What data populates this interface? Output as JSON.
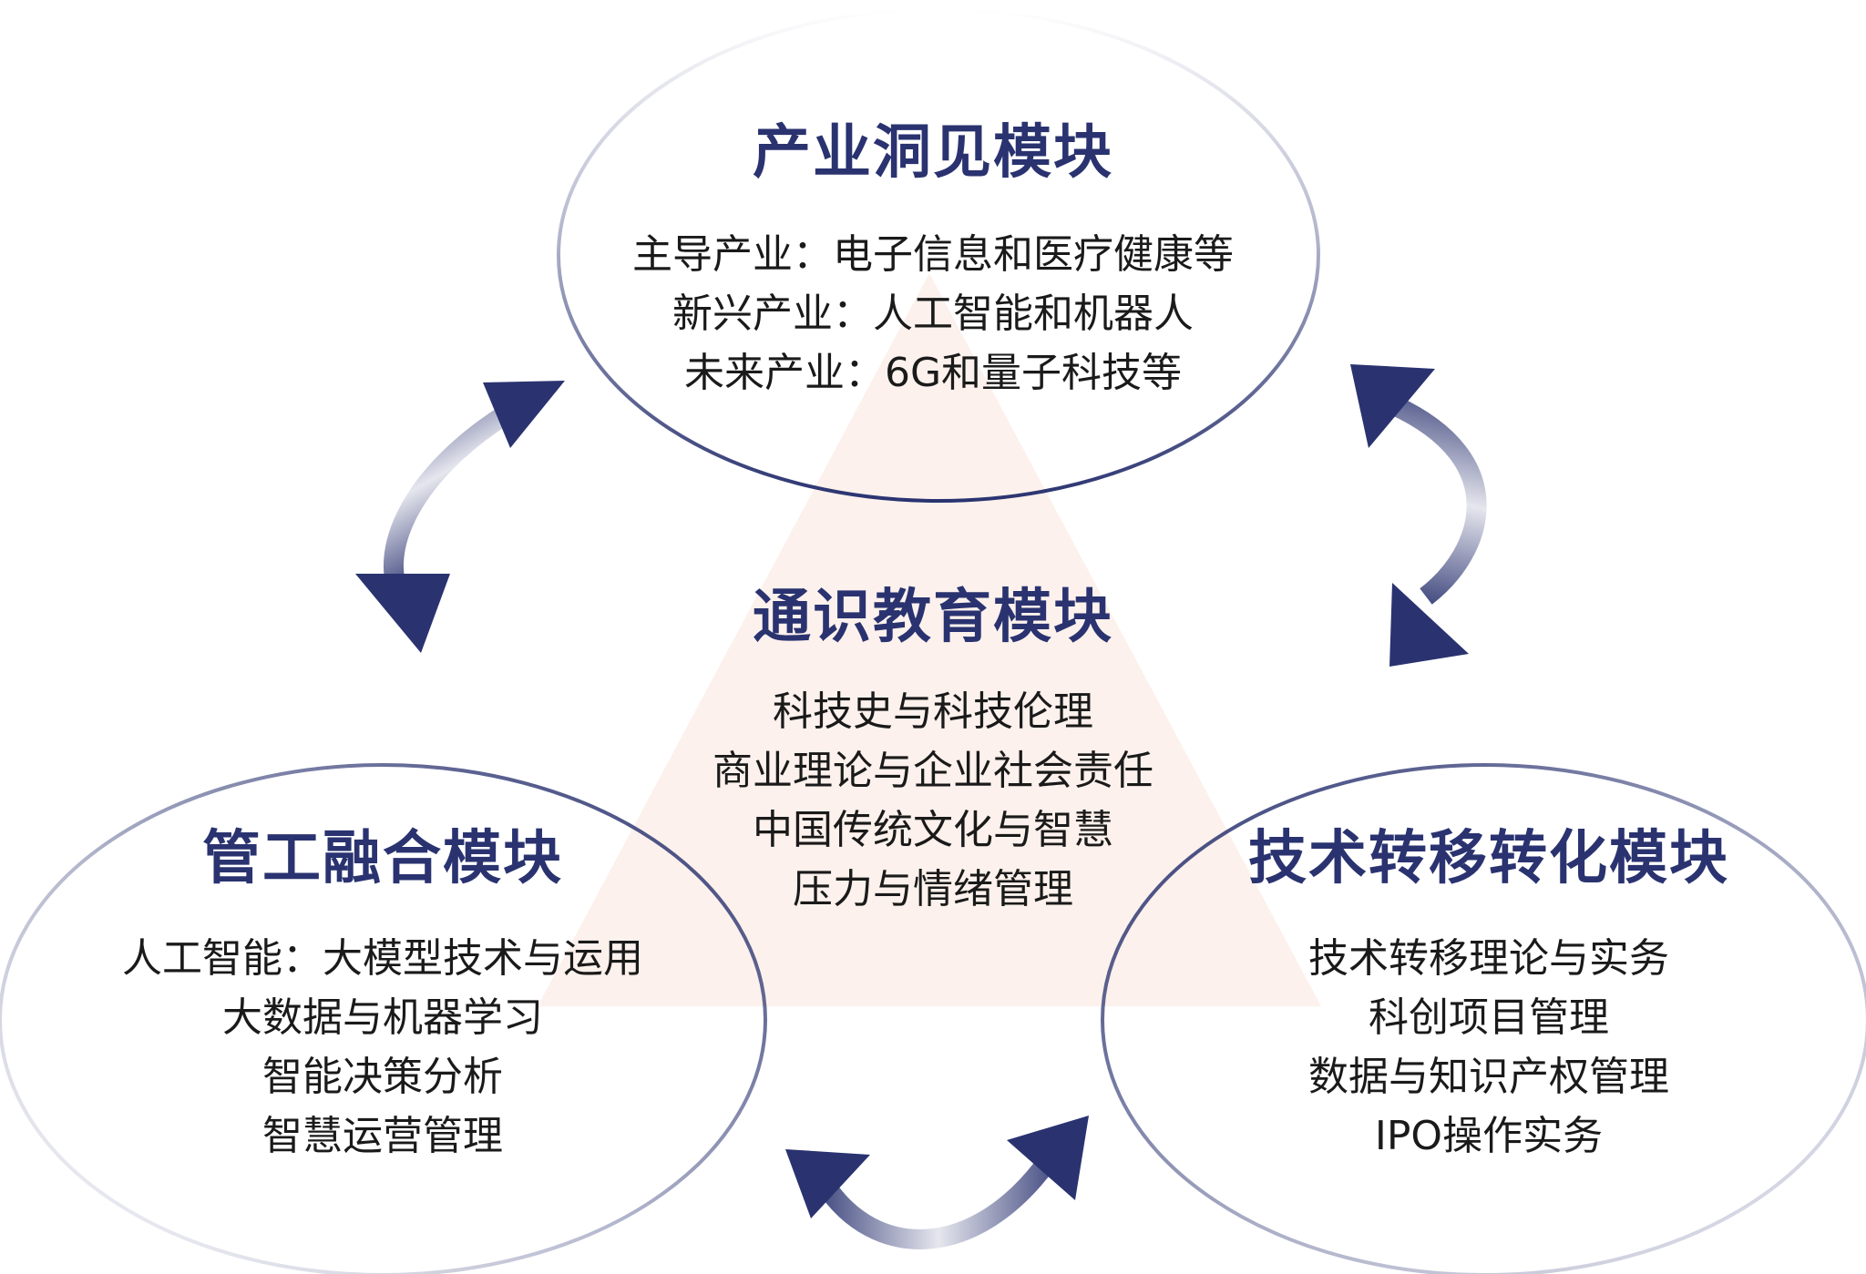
{
  "diagram": {
    "colors": {
      "title": "#2a3370",
      "ellipse_stroke": "#2a3370",
      "arrow": "#2a3370",
      "triangle_fill": "#fcf1ec",
      "text": "#1a1a1a"
    },
    "modules": {
      "top": {
        "title": "产业洞见模块",
        "items": [
          "主导产业：电子信息和医疗健康等",
          "新兴产业：人工智能和机器人",
          "未来产业：6G和量子科技等"
        ]
      },
      "center": {
        "title": "通识教育模块",
        "items": [
          "科技史与科技伦理",
          "商业理论与企业社会责任",
          "中国传统文化与智慧",
          "压力与情绪管理"
        ]
      },
      "left": {
        "title": "管工融合模块",
        "items": [
          "人工智能：大模型技术与运用",
          "大数据与机器学习",
          "智能决策分析",
          "智慧运营管理"
        ]
      },
      "right": {
        "title": "技术转移转化模块",
        "items": [
          "技术转移理论与实务",
          "科创项目管理",
          "数据与知识产权管理",
          "IPO操作实务"
        ]
      }
    }
  }
}
